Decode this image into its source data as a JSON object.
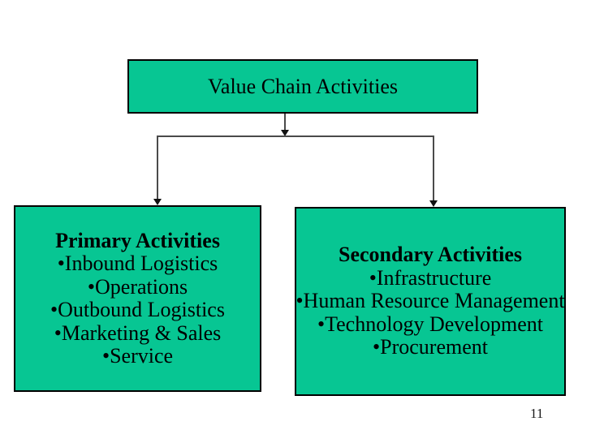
{
  "slide": {
    "page_number": "11",
    "list_bullet": "•",
    "colors": {
      "box_fill": "#07c693",
      "box_border": "#000000",
      "connector": "#4a4a4a",
      "background": "#ffffff",
      "text": "#000000"
    }
  },
  "title_box": {
    "label": "Value Chain Activities"
  },
  "primary_box": {
    "heading": "Primary Activities",
    "items": [
      "Inbound Logistics",
      "Operations",
      "Outbound Logistics",
      "Marketing & Sales",
      "Service"
    ]
  },
  "secondary_box": {
    "heading": "Secondary Activities",
    "items": [
      "Infrastructure",
      "Human Resource Management",
      "Technology Development",
      "Procurement"
    ]
  }
}
